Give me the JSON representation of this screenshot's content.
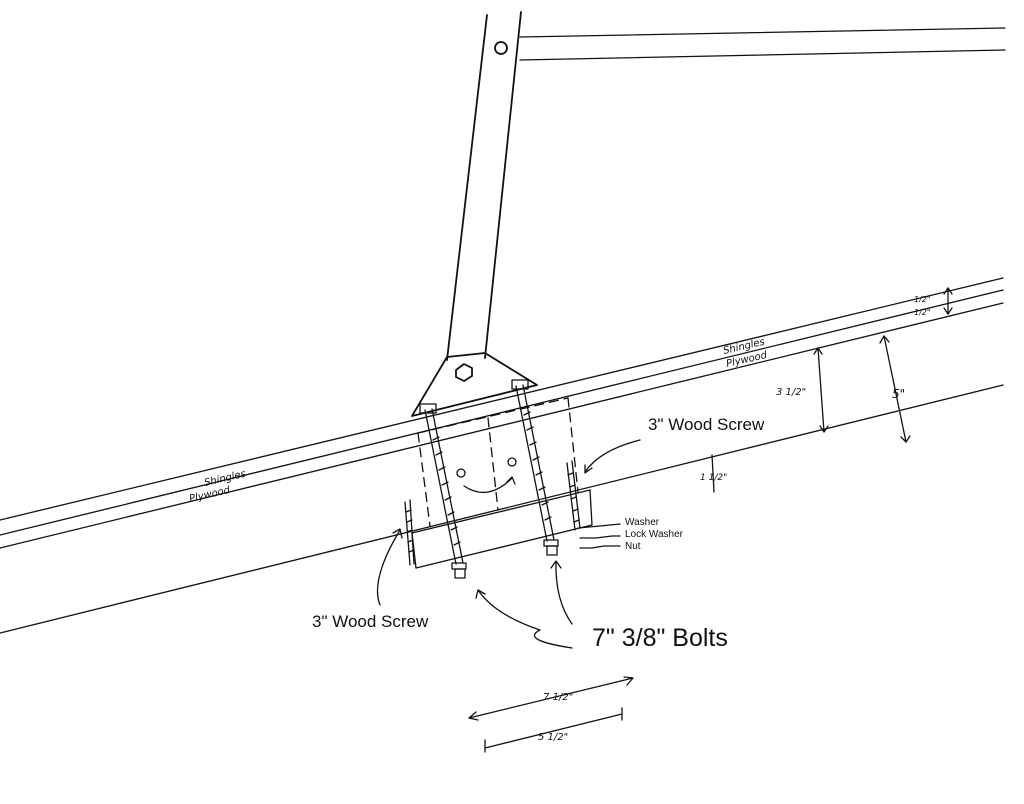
{
  "labels": {
    "wood_screw_right": "3\" Wood Screw",
    "wood_screw_left": "3\" Wood Screw",
    "bolts": "7\" 3/8\" Bolts",
    "washer": "Washer",
    "lock_washer": "Lock Washer",
    "nut": "Nut",
    "shingles_left": "Shingles",
    "plywood_left": "Plywood",
    "shingles_right": "Shingles",
    "plywood_right": "Plywood"
  },
  "dimensions": {
    "half_top": "1/2\"",
    "half_bottom": "1/2\"",
    "three_half": "3 1/2\"",
    "five": "5\"",
    "one_half": "1 1/2\"",
    "seven_half": "7 1/2\"",
    "five_half": "5 1/2\""
  }
}
